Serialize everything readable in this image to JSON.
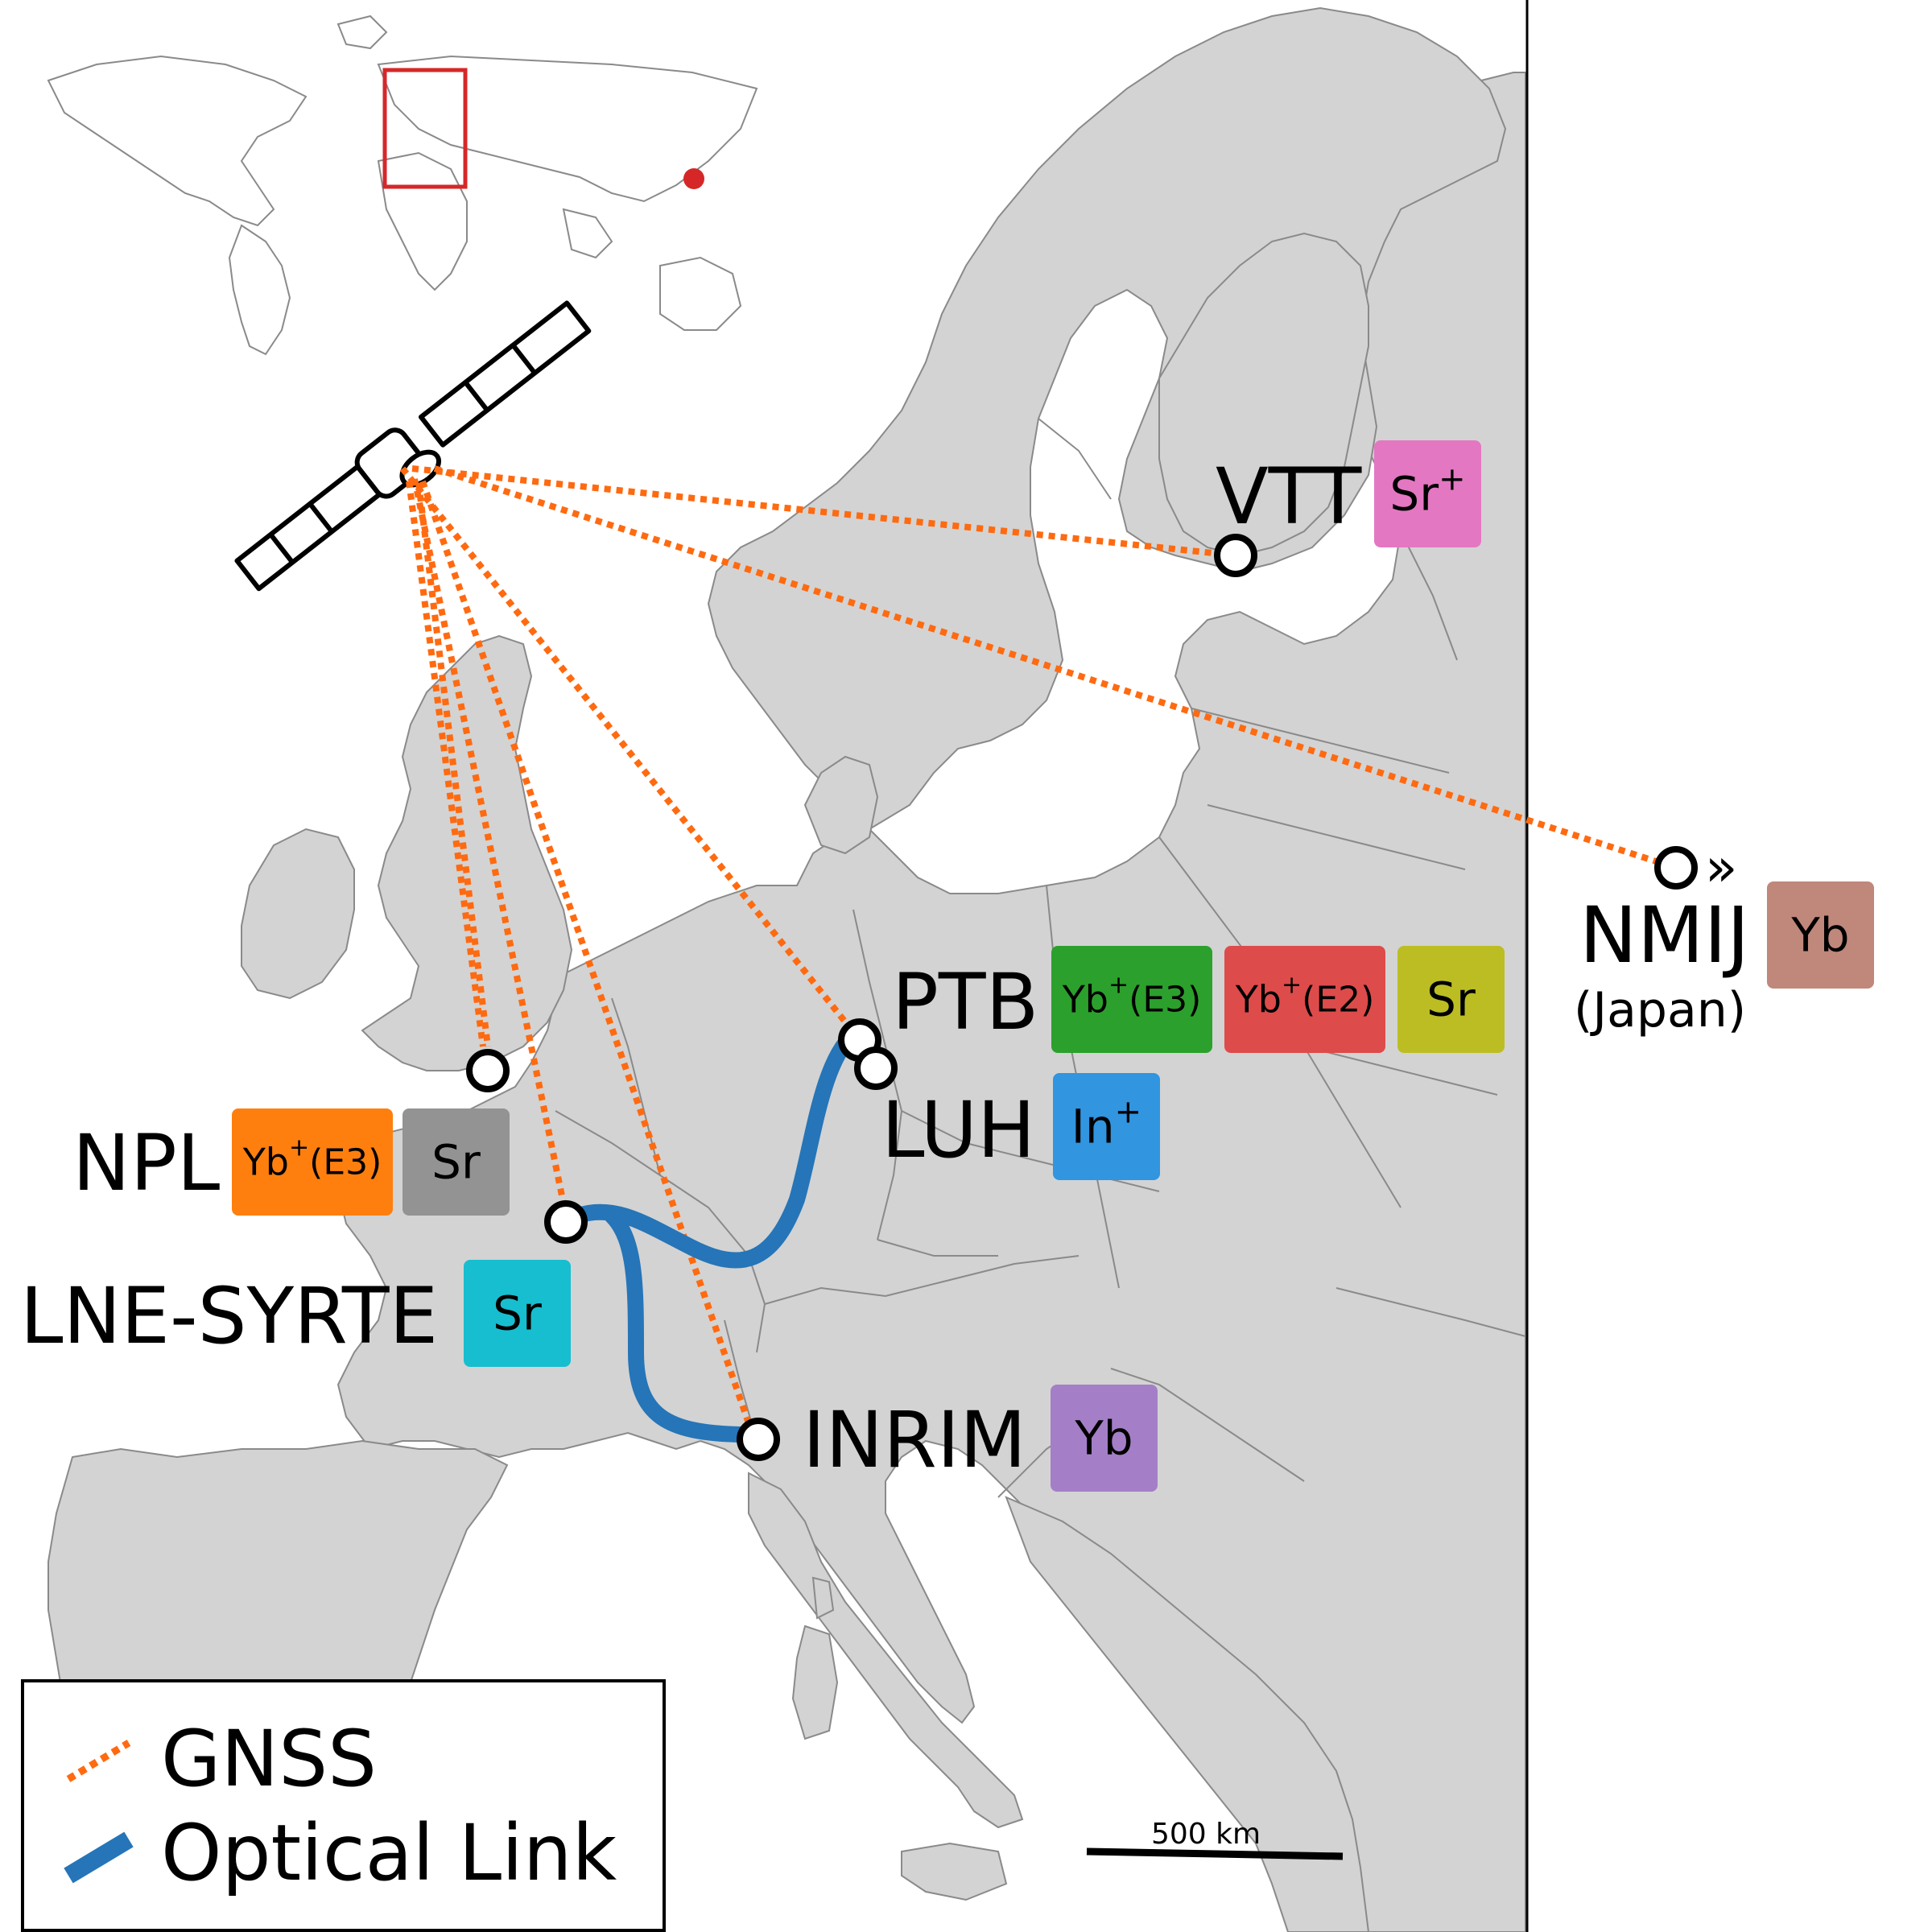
{
  "sites": [
    {
      "id": "vtt",
      "name": "VTT",
      "clocks": [
        {
          "label": "Sr",
          "sup": "+",
          "suffix": "",
          "color": "#e377c2"
        }
      ]
    },
    {
      "id": "nmij",
      "name": "NMIJ",
      "sublabel": "(Japan)",
      "arrow": "»",
      "clocks": [
        {
          "label": "Yb",
          "sup": "",
          "suffix": "",
          "color": "#c0877b"
        }
      ]
    },
    {
      "id": "ptb",
      "name": "PTB",
      "clocks": [
        {
          "label": "Yb",
          "sup": "+",
          "suffix": "(E3)",
          "color": "#2ca02c"
        },
        {
          "label": "Yb",
          "sup": "+",
          "suffix": "(E2)",
          "color": "#de4b4b"
        },
        {
          "label": "Sr",
          "sup": "",
          "suffix": "",
          "color": "#bcbd22"
        }
      ]
    },
    {
      "id": "luh",
      "name": "LUH",
      "clocks": [
        {
          "label": "In",
          "sup": "+",
          "suffix": "",
          "color": "#3195e0"
        }
      ]
    },
    {
      "id": "npl",
      "name": "NPL",
      "clocks": [
        {
          "label": "Yb",
          "sup": "+",
          "suffix": "(E3)",
          "color": "#ff7f0e"
        },
        {
          "label": "Sr",
          "sup": "",
          "suffix": "",
          "color": "#939393"
        }
      ]
    },
    {
      "id": "lne",
      "name": "LNE-SYRTE",
      "clocks": [
        {
          "label": "Sr",
          "sup": "",
          "suffix": "",
          "color": "#17becf"
        }
      ]
    },
    {
      "id": "inrim",
      "name": "INRIM",
      "clocks": [
        {
          "label": "Yb",
          "sup": "",
          "suffix": "",
          "color": "#a47fc8"
        }
      ]
    }
  ],
  "legend": [
    {
      "label": "GNSS",
      "style": "dotted",
      "color": "#ff6a10"
    },
    {
      "label": "Optical Link",
      "style": "solid",
      "color": "#2575b8"
    }
  ],
  "scale_bar": {
    "label": "500 km"
  },
  "colors": {
    "land": "#d3d3d3",
    "border": "#8a8a8a",
    "gnss": "#ff6a10",
    "optical": "#2575b8",
    "inset_box": "#d62728",
    "japan_dot": "#d62728"
  }
}
